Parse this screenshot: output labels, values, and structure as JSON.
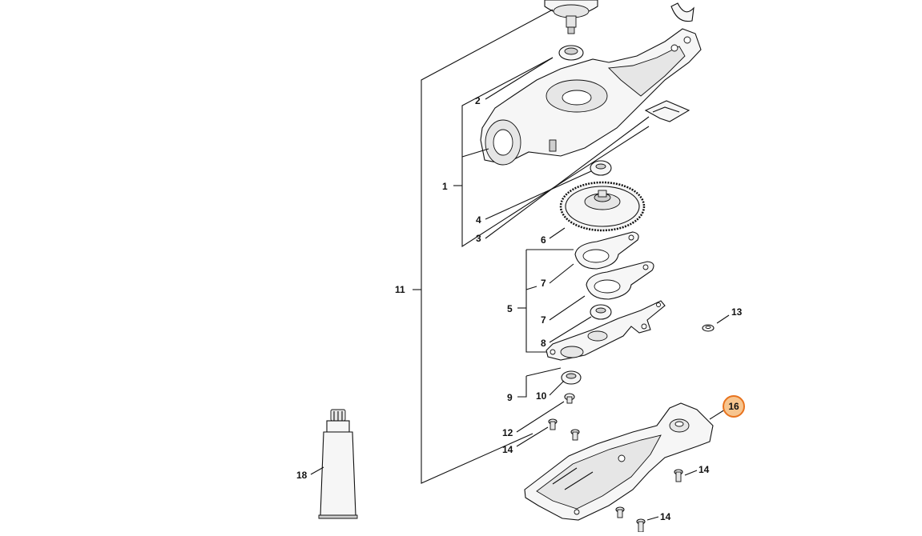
{
  "callouts": [
    {
      "id": "1",
      "label": "1"
    },
    {
      "id": "2",
      "label": "2"
    },
    {
      "id": "3",
      "label": "3"
    },
    {
      "id": "4",
      "label": "4"
    },
    {
      "id": "5",
      "label": "5"
    },
    {
      "id": "6",
      "label": "6"
    },
    {
      "id": "7a",
      "label": "7"
    },
    {
      "id": "7b",
      "label": "7"
    },
    {
      "id": "8",
      "label": "8"
    },
    {
      "id": "9",
      "label": "9"
    },
    {
      "id": "10",
      "label": "10"
    },
    {
      "id": "11",
      "label": "11"
    },
    {
      "id": "12",
      "label": "12"
    },
    {
      "id": "13",
      "label": "13"
    },
    {
      "id": "14a",
      "label": "14"
    },
    {
      "id": "14b",
      "label": "14"
    },
    {
      "id": "14c",
      "label": "14"
    },
    {
      "id": "16",
      "label": "16",
      "highlighted": true
    },
    {
      "id": "18",
      "label": "18"
    }
  ],
  "colors": {
    "highlight_fill": "#f7c58f",
    "highlight_stroke": "#e8731e",
    "line": "#111111"
  }
}
